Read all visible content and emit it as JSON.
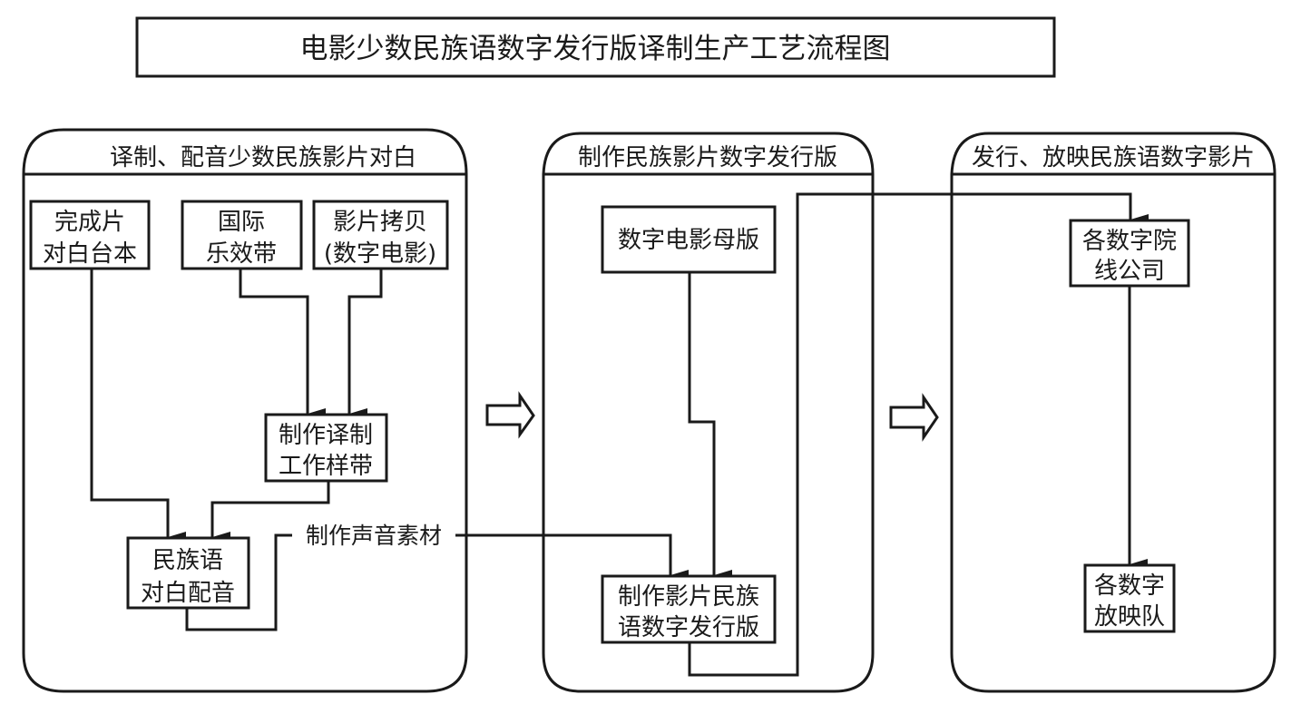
{
  "title": "电影少数民族语数字发行版译制生产工艺流程图",
  "sections": [
    {
      "id": "s1",
      "label": "译制、配音少数民族影片对白"
    },
    {
      "id": "s2",
      "label": "制作民族影片数字发行版"
    },
    {
      "id": "s3",
      "label": "发行、放映民族语数字影片"
    }
  ],
  "nodes": {
    "script": [
      "完成片",
      "对白台本"
    ],
    "mne": [
      "国际",
      "乐效带"
    ],
    "copy": [
      "影片拷贝",
      "(数字电影)"
    ],
    "sample": [
      "制作译制",
      "工作样带"
    ],
    "dub": [
      "民族语",
      "对白配音"
    ],
    "master": [
      "数字电影母版"
    ],
    "release": [
      "制作影片民族",
      "语数字发行版"
    ],
    "chain": [
      "各数字院",
      "线公司"
    ],
    "team": [
      "各数字",
      "放映队"
    ]
  },
  "edge_labels": {
    "sound": "制作声音素材"
  },
  "edges": [
    {
      "from": "script",
      "to": "dub"
    },
    {
      "from": "mne",
      "to": "sample"
    },
    {
      "from": "copy",
      "to": "sample"
    },
    {
      "from": "sample",
      "to": "dub"
    },
    {
      "from": "dub",
      "to": "release",
      "label": "制作声音素材"
    },
    {
      "from": "master",
      "to": "release"
    },
    {
      "from": "release",
      "to": "chain"
    },
    {
      "from": "chain",
      "to": "team"
    },
    {
      "from": "s1",
      "to": "s2",
      "style": "hollow-arrow"
    },
    {
      "from": "s2",
      "to": "s3",
      "style": "hollow-arrow"
    }
  ]
}
